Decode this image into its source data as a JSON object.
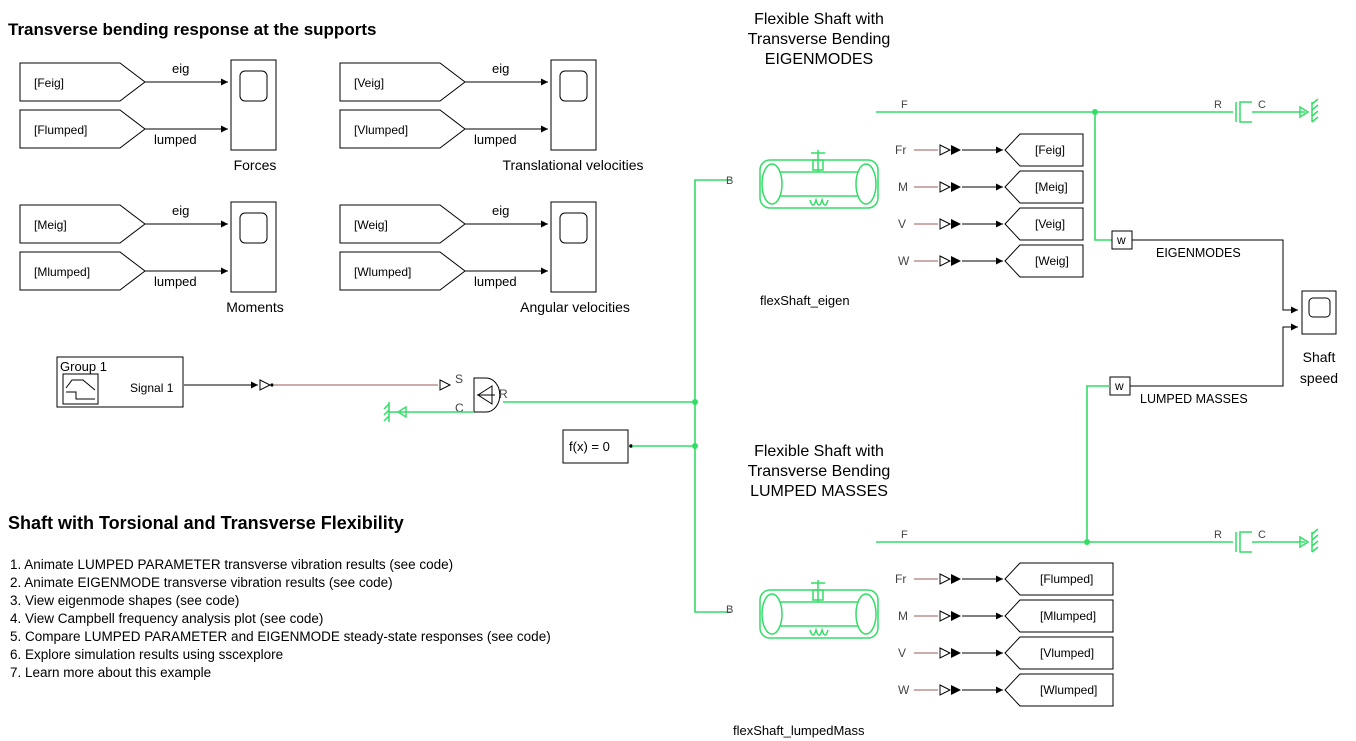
{
  "headings": {
    "supports": "Transverse bending response at the supports",
    "shaft": "Shaft with Torsional and Transverse Flexibility",
    "eigen_title": [
      "Flexible Shaft with",
      "Transverse Bending",
      "EIGENMODES"
    ],
    "lumped_title": [
      "Flexible Shaft with",
      "Transverse Bending",
      "LUMPED MASSES"
    ]
  },
  "scopes": {
    "forces": {
      "from1": "[Feig]",
      "from2": "[Flumped]",
      "sig1": "eig",
      "sig2": "lumped",
      "label": "Forces"
    },
    "translational": {
      "from1": "[Veig]",
      "from2": "[Vlumped]",
      "sig1": "eig",
      "sig2": "lumped",
      "label": "Translational velocities"
    },
    "moments": {
      "from1": "[Meig]",
      "from2": "[Mlumped]",
      "sig1": "eig",
      "sig2": "lumped",
      "label": "Moments"
    },
    "angular": {
      "from1": "[Weig]",
      "from2": "[Wlumped]",
      "sig1": "eig",
      "sig2": "lumped",
      "label": "Angular velocities"
    }
  },
  "signal_builder": {
    "group": "Group 1",
    "signal": "Signal 1"
  },
  "ideal_source": {
    "s": "S",
    "c": "C",
    "r": "R"
  },
  "solver": {
    "label": "f(x) = 0"
  },
  "eigen_block": {
    "name": "flexShaft_eigen",
    "port_b": "B",
    "port_f": "F",
    "port_r": "R",
    "port_c": "C",
    "outputs": [
      {
        "port": "Fr",
        "goto": "[Feig]"
      },
      {
        "port": "M",
        "goto": "[Meig]"
      },
      {
        "port": "V",
        "goto": "[Veig]"
      },
      {
        "port": "W",
        "goto": "[Weig]"
      }
    ],
    "sensor": "w",
    "sensor_label": "EIGENMODES"
  },
  "lumped_block": {
    "name": "flexShaft_lumpedMass",
    "port_b": "B",
    "port_f": "F",
    "port_r": "R",
    "port_c": "C",
    "outputs": [
      {
        "port": "Fr",
        "goto": "[Flumped]"
      },
      {
        "port": "M",
        "goto": "[Mlumped]"
      },
      {
        "port": "V",
        "goto": "[Vlumped]"
      },
      {
        "port": "W",
        "goto": "[Wlumped]"
      }
    ],
    "sensor": "w",
    "sensor_label": "LUMPED MASSES"
  },
  "shaft_scope": {
    "label": [
      "Shaft",
      "speed"
    ]
  },
  "links": [
    "1. Animate LUMPED PARAMETER transverse vibration results (see code)",
    "2. Animate EIGENMODE transverse vibration results (see code)",
    "3. View eigenmode shapes (see code)",
    "4. View Campbell frequency analysis plot (see code)",
    "5. Compare LUMPED PARAMETER and EIGENMODE steady-state responses (see code)",
    "6. Explore simulation results using sscexplore",
    "7. Learn more about this example"
  ],
  "colors": {
    "physical": "#33dd66",
    "signal": "#000000",
    "ps_line": "#b07a7a"
  }
}
